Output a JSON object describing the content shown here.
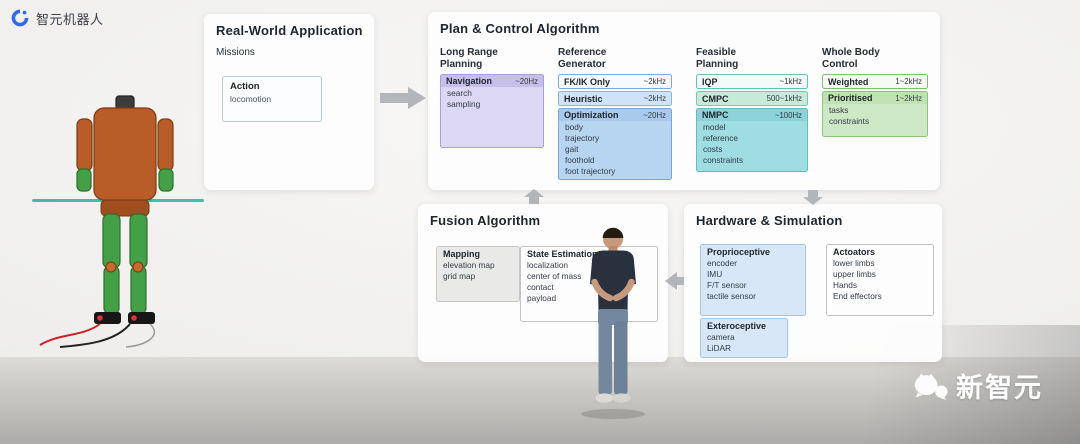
{
  "brand": {
    "name": "智元机器人"
  },
  "watermark": {
    "text": "新智元"
  },
  "palette": {
    "purple": "#dcd7f3",
    "blue": "#b7d4f1",
    "teal": "#9edde2",
    "green": "#cde8c4",
    "hardware_blue": "#d7e7f7",
    "gray": "#e9e9e8",
    "arrow": "#b2b6bb",
    "brand_blue": "#2e6bf2",
    "watermark_white": "#ffffff"
  },
  "real_world": {
    "title": "Real-World Application",
    "subtitle": "Missions",
    "action": {
      "title": "Action",
      "items": [
        "locomotion"
      ]
    }
  },
  "plan": {
    "title": "Plan & Control Algorithm",
    "col1": {
      "heading": "Long Range\nPlanning",
      "nav": {
        "title": "Navigation",
        "freq": "~20Hz",
        "items": [
          "search",
          "sampling"
        ]
      }
    },
    "col2": {
      "heading": "Reference\nGenerator",
      "fkik": {
        "title": "FK/IK Only",
        "freq": "~2kHz"
      },
      "heuristic": {
        "title": "Heuristic",
        "freq": "~2kHz"
      },
      "optimization": {
        "title": "Optimization",
        "freq": "~20Hz",
        "items": [
          "body",
          "trajectory",
          "gait",
          "foothold",
          "foot trajectory"
        ]
      }
    },
    "col3": {
      "heading": "Feasible\nPlanning",
      "iqp": {
        "title": "IQP",
        "freq": "~1kHz"
      },
      "cmpc": {
        "title": "CMPC",
        "freq": "500~1kHz"
      },
      "nmpc": {
        "title": "NMPC",
        "freq": "~100Hz",
        "items": [
          "model",
          "reference",
          "costs",
          "constraints"
        ]
      }
    },
    "col4": {
      "heading": "Whole Body\nControl",
      "weighted": {
        "title": "Weighted",
        "freq": "1~2kHz"
      },
      "prioritised": {
        "title": "Prioritised",
        "freq": "1~2kHz",
        "items": [
          "tasks",
          "constraints"
        ]
      }
    }
  },
  "fusion": {
    "title": "Fusion Algorithm",
    "mapping": {
      "title": "Mapping",
      "items": [
        "elevation map",
        "grid map"
      ]
    },
    "state_estimation": {
      "title": "State Estimation",
      "items": [
        "localization",
        "center of mass",
        "contact",
        "payload"
      ]
    }
  },
  "hardware": {
    "title": "Hardware & Simulation",
    "proprioceptive": {
      "title": "Proprioceptive",
      "items": [
        "encoder",
        "IMU",
        "F/T sensor",
        "tactile sensor"
      ]
    },
    "exteroceptive": {
      "title": "Exteroceptive",
      "items": [
        "camera",
        "LiDAR"
      ]
    },
    "actuators": {
      "title": "Actoators",
      "items": [
        "lower limbs",
        "upper limbs",
        "Hands",
        "End effectors"
      ]
    }
  }
}
